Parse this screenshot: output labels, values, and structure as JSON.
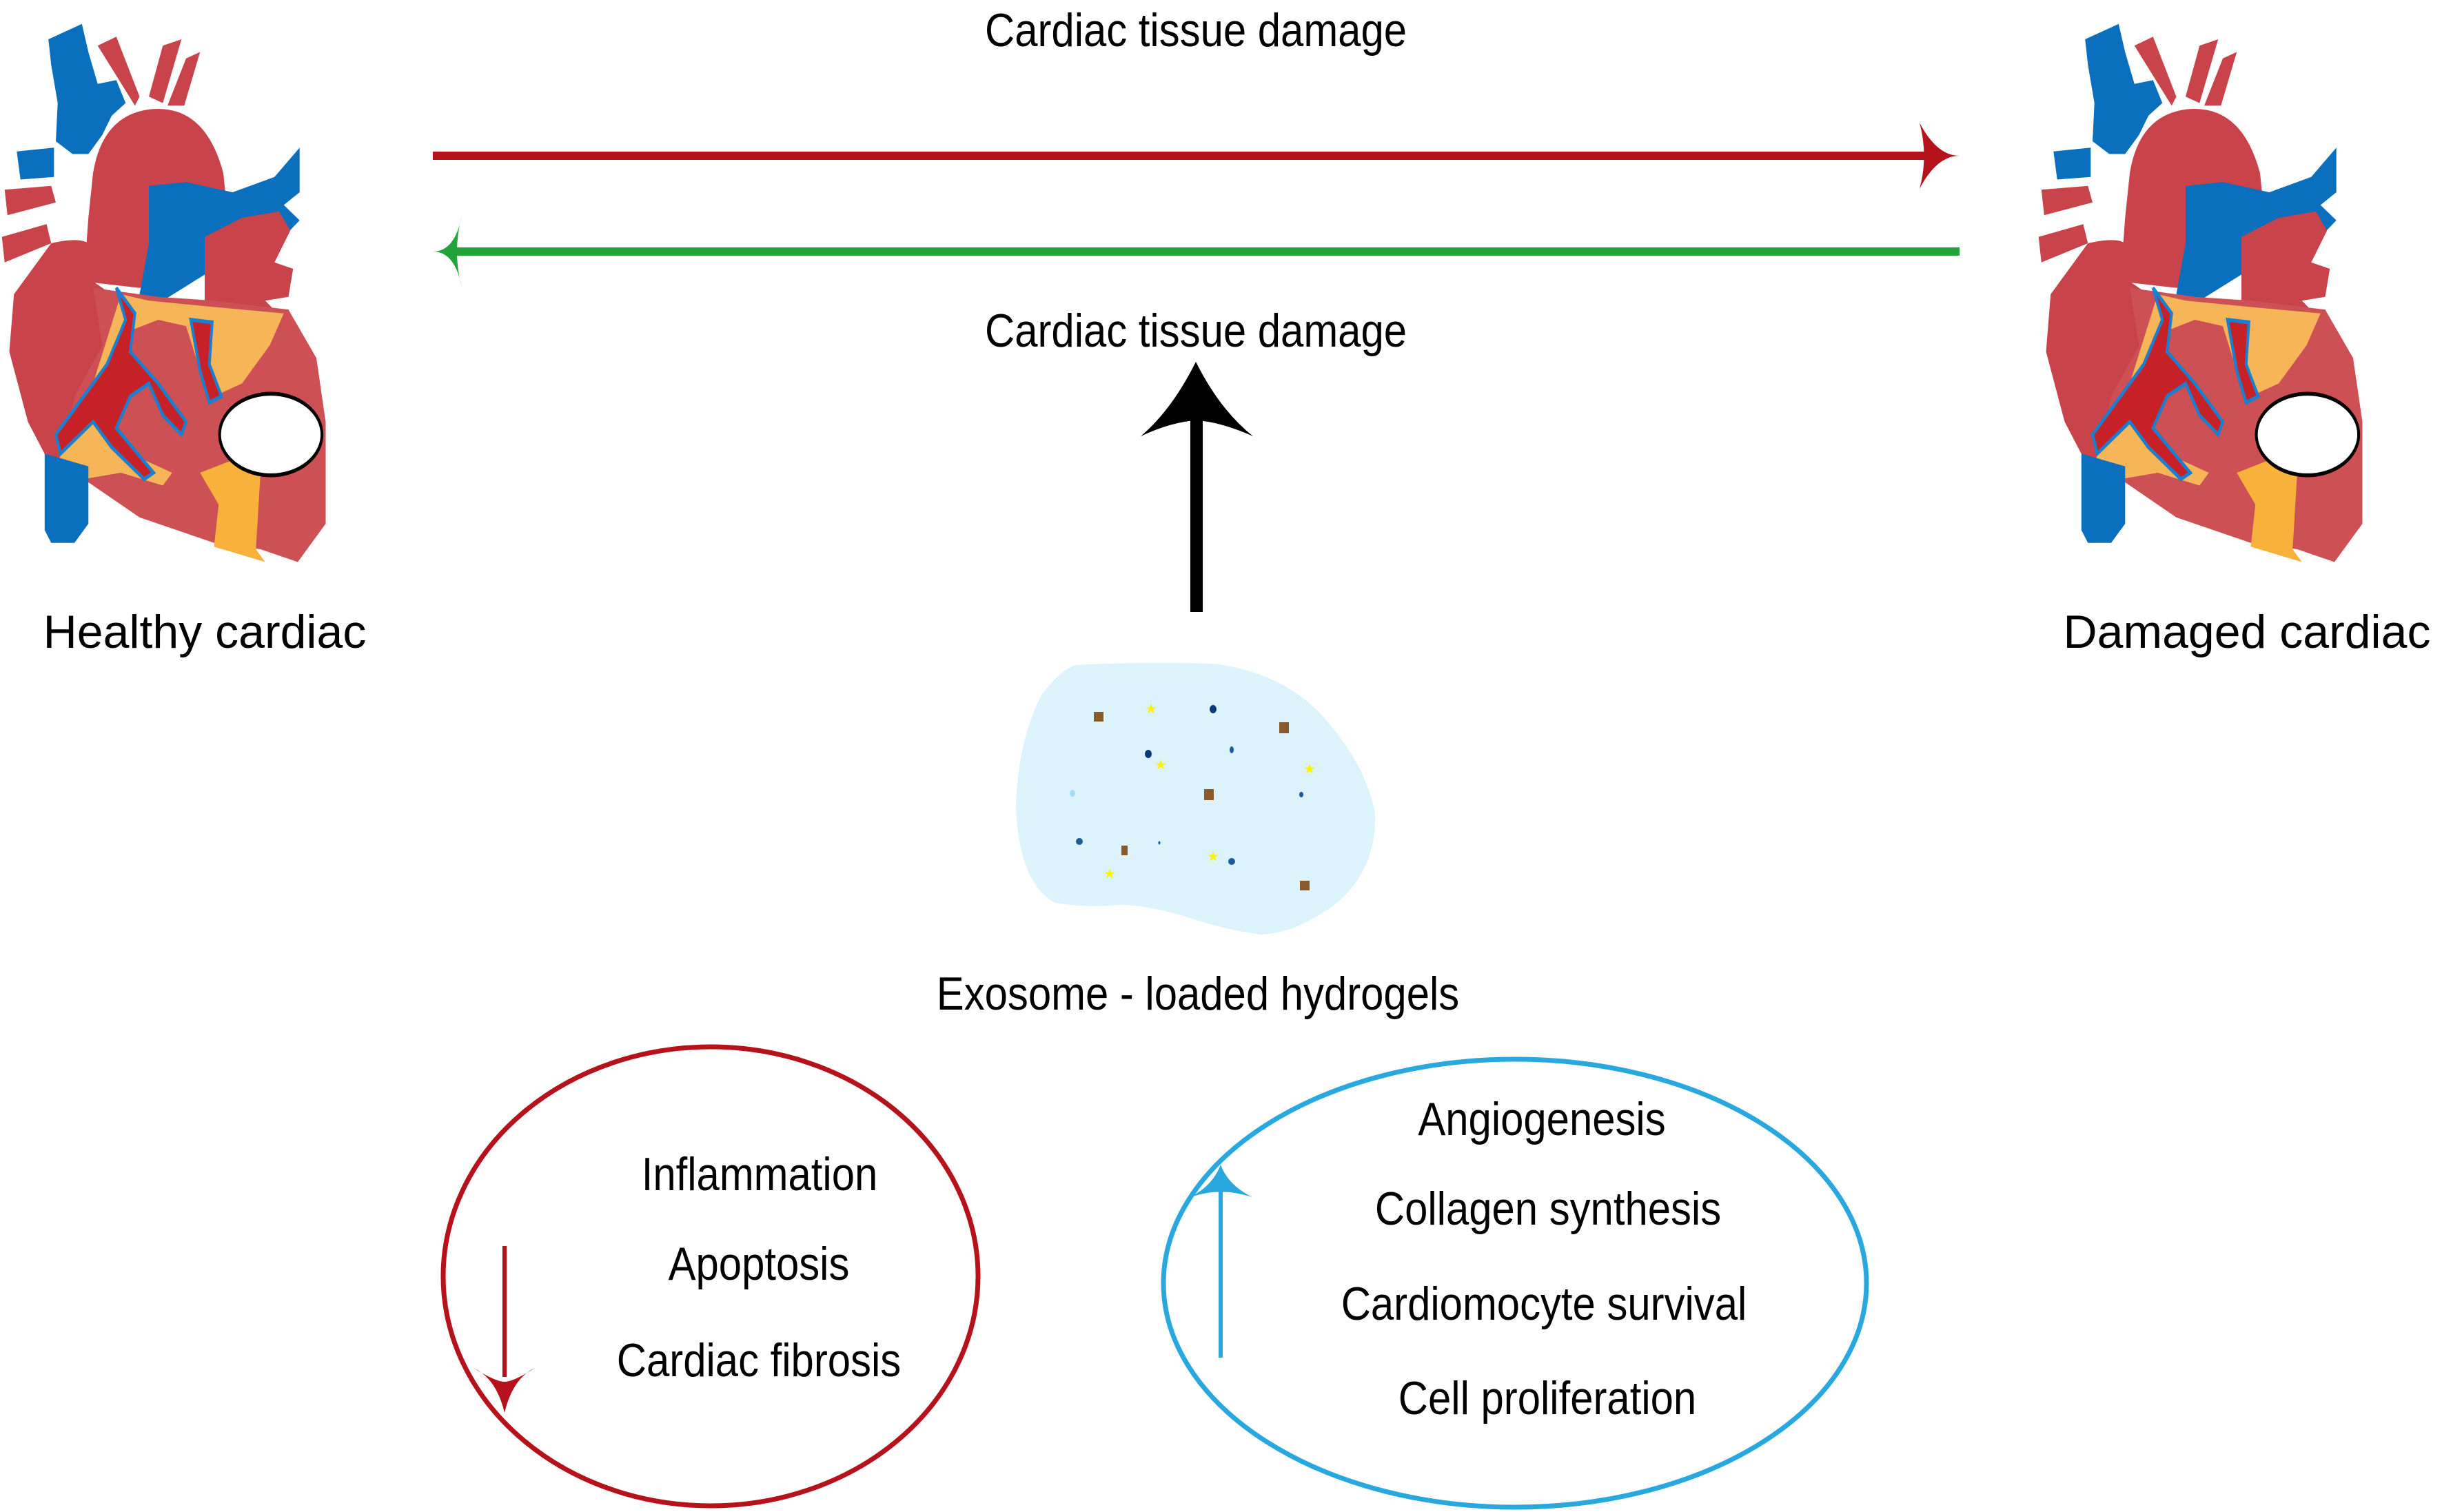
{
  "figure": {
    "top_arrow_label": "Cardiac tissue damage",
    "middle_label": "Cardiac tissue damage",
    "healthy_label": "Healthy cardiac",
    "damaged_label": "Damaged cardiac",
    "hydrogel_label": "Exosome - loaded hydrogels"
  },
  "decreased": {
    "direction": "down",
    "items": [
      "Inflammation",
      "Apoptosis",
      "Cardiac fibrosis"
    ]
  },
  "increased": {
    "direction": "up",
    "items": [
      "Angiogenesis",
      "Collagen synthesis",
      "Cardiomocyte survival",
      "Cell proliferation"
    ]
  },
  "colors": {
    "damage_arrow": "#b5121b",
    "recovery_arrow": "#22a33a",
    "decrease": "#b5121b",
    "increase": "#29a8e0",
    "hydrogel_fill": "#dcf3fc",
    "heart_red": "#c9434a",
    "heart_blue": "#0a6fbd",
    "heart_yellow": "#f9bb5a"
  }
}
